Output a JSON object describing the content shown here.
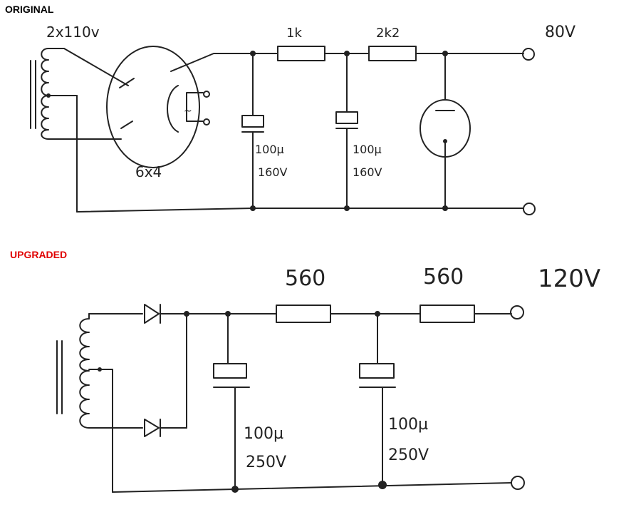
{
  "sections": {
    "original": {
      "label": "ORIGINAL",
      "transformer": "2x110v",
      "tube": "6x4",
      "heater_mark": "~",
      "r1": "1k",
      "r2": "2k2",
      "c1": {
        "value": "100µ",
        "voltage": "160V"
      },
      "c2": {
        "value": "100µ",
        "voltage": "160V"
      },
      "output": "80V"
    },
    "upgraded": {
      "label": "UPGRADED",
      "r1": "560",
      "r2": "560",
      "c1": {
        "value": "100µ",
        "voltage": "250V"
      },
      "c2": {
        "value": "100µ",
        "voltage": "250V"
      },
      "output": "120V"
    }
  },
  "colors": {
    "ink": "#222222",
    "upgraded_label": "#e00000"
  }
}
